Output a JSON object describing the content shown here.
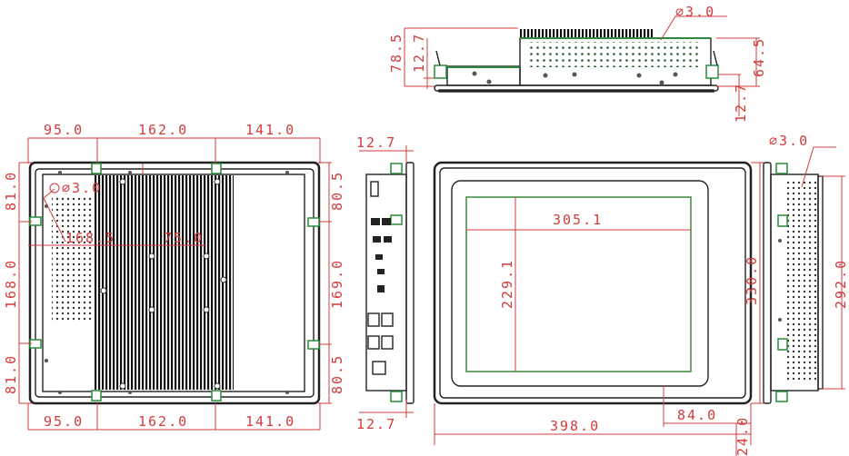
{
  "title": "Panel PC mechanical dimension drawing",
  "colors": {
    "dimension": "#d23c3c",
    "outline": "#222222",
    "bracket": "#2a8a3a"
  },
  "top_view": {
    "height_total": "78.5",
    "flange": "12.7",
    "body_height": "64.5",
    "flange_bottom": "12.7",
    "hole": "⌀3.0"
  },
  "back_view": {
    "top_widths": [
      "95.0",
      "162.0",
      "141.0"
    ],
    "bottom_widths": [
      "95.0",
      "162.0",
      "141.0"
    ],
    "left_heights": [
      "81.0",
      "168.0",
      "81.0"
    ],
    "right_heights": [
      "80.5",
      "169.0",
      "80.5"
    ],
    "hole": "⌀3.0",
    "inner_h": "168.5",
    "inner_v": "75.0"
  },
  "io_side_view": {
    "top_depth": "12.7",
    "bottom_depth": "12.7"
  },
  "front_view": {
    "active_width": "305.1",
    "active_height": "229.1",
    "total_height": "330.0",
    "total_width": "398.0",
    "offset_x": "84.0",
    "offset_y": "24.0"
  },
  "right_side_view": {
    "hole": "⌀3.0",
    "height": "292.0"
  }
}
